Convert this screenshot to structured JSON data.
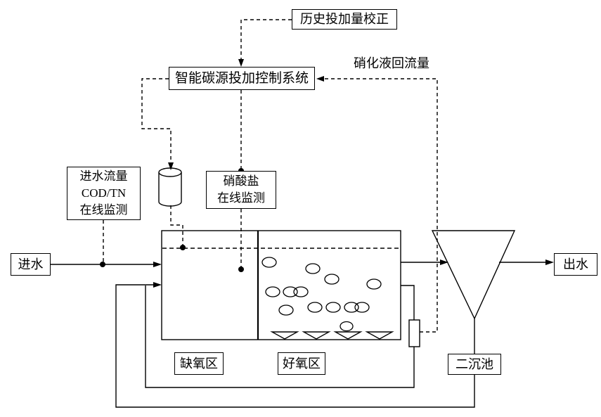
{
  "diagram": {
    "type": "process-flow-diagram",
    "background_color": "#ffffff",
    "line_color": "#000000",
    "nodes": {
      "history_correction": {
        "label": "历史投加量校正"
      },
      "control_system": {
        "label": "智能碳源投加控制系统"
      },
      "influent_monitor": {
        "lines": [
          "进水流量",
          "COD/TN",
          "在线监测"
        ]
      },
      "nitrate_monitor": {
        "lines": [
          "硝酸盐",
          "在线监测"
        ]
      },
      "influent": {
        "label": "进水"
      },
      "effluent": {
        "label": "出水"
      },
      "anoxic_zone": {
        "label": "缺氧区"
      },
      "aerobic_zone": {
        "label": "好氧区"
      },
      "clarifier": {
        "label": "二沉池"
      },
      "recycle_flow_label": {
        "label": "硝化液回流量"
      }
    },
    "shapes": {
      "carbon-source-tank-icon": "cylinder",
      "clarifier-funnel-icon": "inverted-triangle",
      "aeration-bubbles-icon": "ellipses x13",
      "diffuser-icons": "open triangles x4",
      "flow-meter-icon": "small rectangle on recycle pipe",
      "water-level": "dashed horizontal line in tank",
      "signal-lines": "dashed with junction dots",
      "flow-lines": "solid with filled arrowheads"
    }
  }
}
